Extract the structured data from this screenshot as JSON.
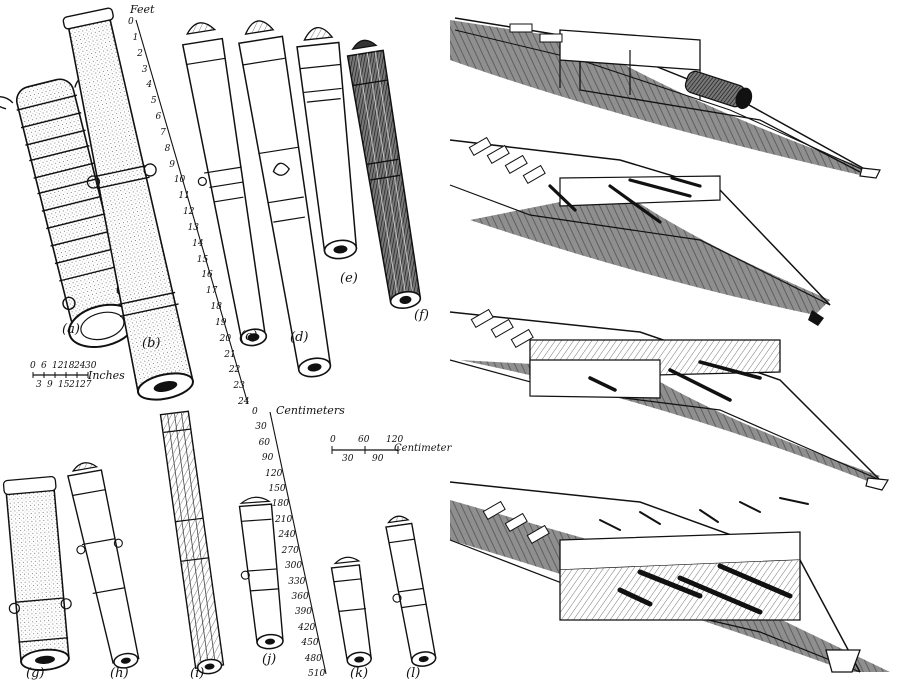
{
  "cannon_labels": [
    "(a)",
    "(b)",
    "(c)",
    "(d)",
    "(e)",
    "(f)",
    "(g)",
    "(h)",
    "(i)",
    "(j)",
    "(k)",
    "(l)"
  ],
  "feet_scale": {
    "title": "Feet",
    "ticks": [
      "0",
      "1",
      "2",
      "3",
      "4",
      "5",
      "6",
      "7",
      "8",
      "9",
      "10",
      "11",
      "12",
      "13",
      "14",
      "15",
      "16",
      "17",
      "18",
      "19",
      "20",
      "21",
      "22",
      "23",
      "24"
    ]
  },
  "inches_scale": {
    "title": "Inches",
    "top_ticks": [
      "0",
      "6",
      "12",
      "18",
      "24",
      "30"
    ],
    "bottom_ticks": [
      "3",
      "9",
      "15",
      "21",
      "27"
    ]
  },
  "centimeters_scale": {
    "title": "Centimeters",
    "ticks": [
      "0",
      "30",
      "60",
      "90",
      "120",
      "150",
      "180",
      "210",
      "240",
      "270",
      "300",
      "330",
      "360",
      "390",
      "420",
      "450",
      "480",
      "510"
    ]
  },
  "small_cm_scale": {
    "title": "Centimeter",
    "top_ticks": [
      "0",
      "60",
      "120"
    ],
    "bottom_ticks": [
      "30",
      "90"
    ]
  }
}
